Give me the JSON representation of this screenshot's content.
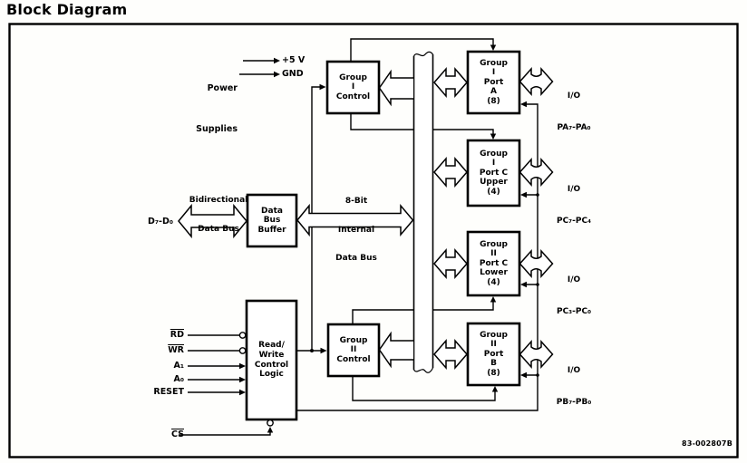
{
  "title": "Block Diagram",
  "doc_number": "83-002807B",
  "power": {
    "line1": "Power",
    "line2": "Supplies",
    "rail_5v": "+5 V",
    "rail_gnd": "GND"
  },
  "left_bus": {
    "label1": "Bidirectional",
    "label2": "Data Bus",
    "pins": "D₇-D₀"
  },
  "internal_bus": {
    "label1": "8-Bit",
    "label2": "Internal",
    "label3": "Data Bus"
  },
  "blocks": {
    "group1_control": {
      "l1": "Group",
      "l2": "I",
      "l3": "Control"
    },
    "group2_control": {
      "l1": "Group",
      "l2": "II",
      "l3": "Control"
    },
    "data_bus_buffer": {
      "l1": "Data",
      "l2": "Bus",
      "l3": "Buffer"
    },
    "rw_control": {
      "l1": "Read/",
      "l2": "Write",
      "l3": "Control",
      "l4": "Logic"
    },
    "port_a": {
      "l1": "Group",
      "l2": "I",
      "l3": "Port",
      "l4": "A",
      "l5": "(8)"
    },
    "port_c_upper": {
      "l1": "Group",
      "l2": "I",
      "l3": "Port C",
      "l4": "Upper",
      "l5": "(4)"
    },
    "port_c_lower": {
      "l1": "Group",
      "l2": "II",
      "l3": "Port C",
      "l4": "Lower",
      "l5": "(4)"
    },
    "port_b": {
      "l1": "Group",
      "l2": "II",
      "l3": "Port",
      "l4": "B",
      "l5": "(8)"
    }
  },
  "signals": {
    "rd": "RD",
    "wr": "WR",
    "a1": "A₁",
    "a0": "A₀",
    "reset": "RESET",
    "cs": "CS"
  },
  "io": {
    "port_a": {
      "l1": "I/O",
      "l2": "PA₇-PA₀"
    },
    "port_c_upper": {
      "l1": "I/O",
      "l2": "PC₇-PC₄"
    },
    "port_c_lower": {
      "l1": "I/O",
      "l2": "PC₃-PC₀"
    },
    "port_b": {
      "l1": "I/O",
      "l2": "PB₇-PB₀"
    }
  },
  "colors": {
    "ink": "#000000",
    "paper": "#ffffff"
  }
}
